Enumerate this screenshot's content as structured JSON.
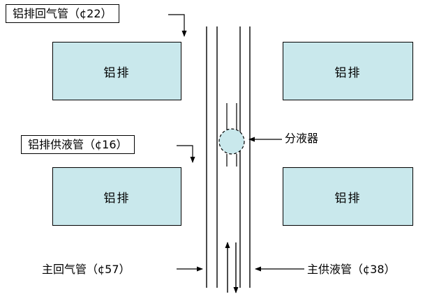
{
  "diagram": {
    "racks": [
      {
        "id": "top-left",
        "label": "铝排"
      },
      {
        "id": "top-right",
        "label": "铝排"
      },
      {
        "id": "bottom-left",
        "label": "铝排"
      },
      {
        "id": "bottom-right",
        "label": "铝排"
      }
    ],
    "labels": {
      "rack_return_pipe": "铝排回气管（¢22）",
      "rack_supply_pipe": "铝排供液管（¢16）",
      "main_return_pipe": "主回气管（¢57）",
      "main_supply_pipe": "主供液管（¢38）",
      "distributor": "分液器"
    },
    "colors": {
      "rack_fill": "#c9e8ec",
      "line": "#000000",
      "background": "#ffffff"
    }
  }
}
